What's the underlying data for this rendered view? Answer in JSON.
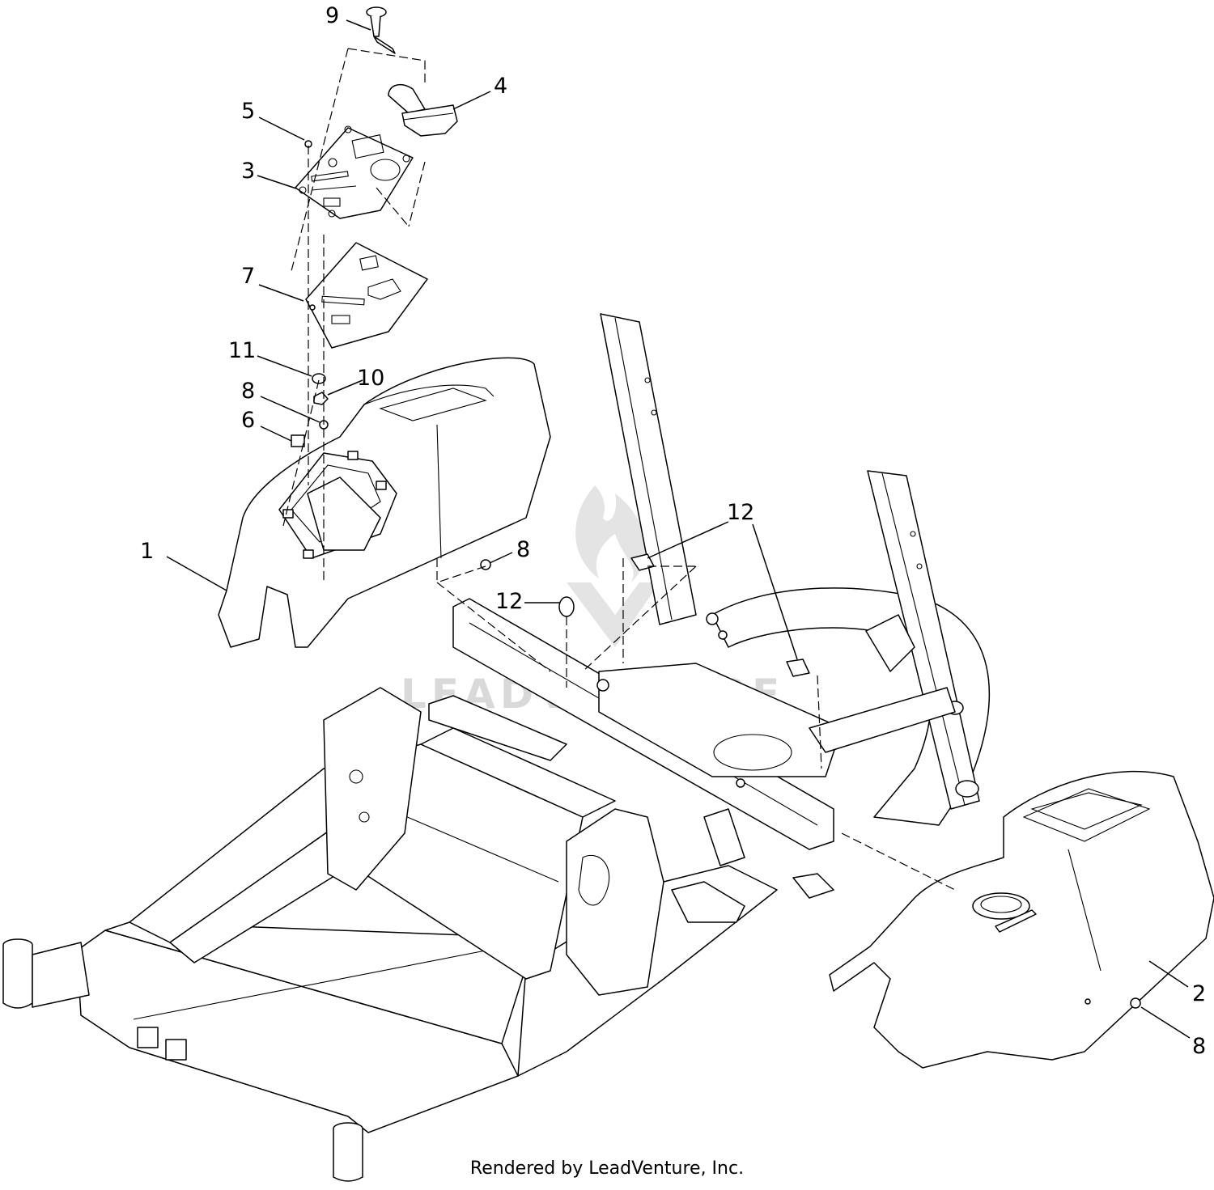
{
  "diagram": {
    "watermark": "LEADVENTURE",
    "footer": "Rendered by LeadVenture, Inc.",
    "callouts": [
      {
        "id": "c-9",
        "label": "9"
      },
      {
        "id": "c-4",
        "label": "4"
      },
      {
        "id": "c-5",
        "label": "5"
      },
      {
        "id": "c-3",
        "label": "3"
      },
      {
        "id": "c-7",
        "label": "7"
      },
      {
        "id": "c-11",
        "label": "11"
      },
      {
        "id": "c-10",
        "label": "10"
      },
      {
        "id": "c-8a",
        "label": "8"
      },
      {
        "id": "c-6",
        "label": "6"
      },
      {
        "id": "c-1",
        "label": "1"
      },
      {
        "id": "c-8b",
        "label": "8"
      },
      {
        "id": "c-12a",
        "label": "12"
      },
      {
        "id": "c-12b",
        "label": "12"
      },
      {
        "id": "c-2",
        "label": "2"
      },
      {
        "id": "c-8c",
        "label": "8"
      }
    ]
  }
}
